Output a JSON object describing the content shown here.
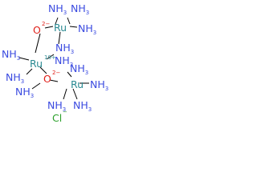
{
  "molecule": {
    "colors": {
      "nitrogen": "#3b4be0",
      "ruthenium": "#2a8a92",
      "oxygen": "#e0201a",
      "chlorine": "#2aa02a",
      "bond": "#000000",
      "background": "#ffffff"
    },
    "oxide_top": {
      "symbol": "O",
      "charge": "2−"
    },
    "ru_top": {
      "symbol": "Ru",
      "ligands": [
        "NH",
        "NH",
        "NH",
        "NH"
      ]
    },
    "ru_middle": {
      "symbol": "Ru",
      "charge": "10+",
      "ligands": [
        "NH",
        "NH",
        "NH"
      ]
    },
    "oxide_bottom": {
      "symbol": "O",
      "charge": "2−"
    },
    "ru_bottom": {
      "symbol": "Ru",
      "ligands": [
        "NH",
        "NH",
        "NH",
        "NH",
        "NH"
      ]
    },
    "ligand_subscript": "3",
    "counter_ion": {
      "symbol": "Cl",
      "charge": "−"
    }
  }
}
